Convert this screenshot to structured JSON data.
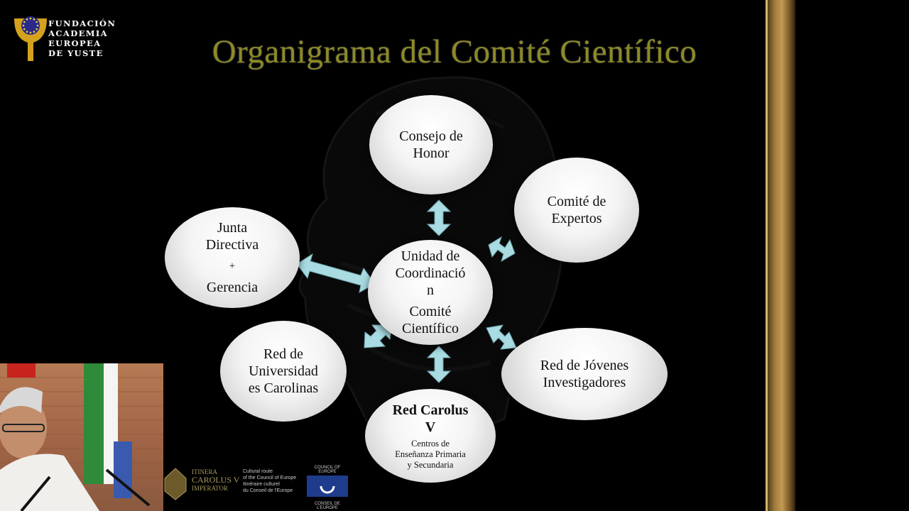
{
  "logo": {
    "line1": "FUNDACIÓN",
    "line2": "ACADEMIA",
    "line3": "EUROPEA",
    "line4": "DE YUSTE",
    "colors": {
      "gold": "#d4a21c",
      "blue": "#2a2a8a"
    }
  },
  "slide": {
    "title": "Organigrama del Comité Científico",
    "title_color": "#8c8a26"
  },
  "nodes": {
    "honor": {
      "l1": "Consejo de",
      "l2": "Honor"
    },
    "expertos": {
      "l1": "Comité de",
      "l2": "Expertos"
    },
    "junta": {
      "l1": "Junta",
      "l2": "Directiva",
      "l3": "+",
      "l4": "Gerencia"
    },
    "center": {
      "l1": "Unidad de",
      "l2": "Coordinació",
      "l3": "n",
      "l4": "Comité",
      "l5": "Científico"
    },
    "jovenes": {
      "l1": "Red de Jóvenes",
      "l2": "Investigadores"
    },
    "universidades": {
      "l1": "Red de",
      "l2": "Universidad",
      "l3": "es Carolinas"
    },
    "carolus": {
      "l1": "Red Carolus",
      "l2": "V",
      "s1": "Centros de",
      "s2": "Enseñanza Primaria",
      "s3": "y Secundaria"
    }
  },
  "arrow_color": "#a9dbe2",
  "bottom_logos": {
    "itinera": {
      "l1": "ITINERA",
      "l2": "CAROLUS V",
      "l3": "IMPERATOR"
    },
    "cultural": {
      "l1": "Cultural route",
      "l2": "of the Council of Europe",
      "l3": "Itinéraire culturel",
      "l4": "du Conseil de l'Europe"
    },
    "coe": {
      "top": "COUNCIL OF EUROPE",
      "bottom": "CONSEIL DE L'EUROPE"
    }
  }
}
